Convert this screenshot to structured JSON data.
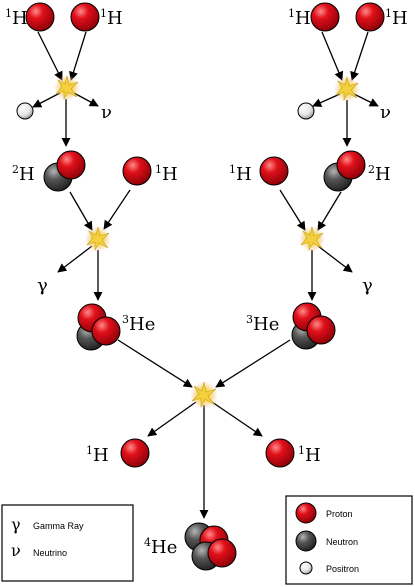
{
  "labels": {
    "h1_top_left_a": {
      "sup": "1",
      "base": "H"
    },
    "h1_top_left_b": {
      "sup": "1",
      "base": "H"
    },
    "h1_top_right_a": {
      "sup": "1",
      "base": "H"
    },
    "h1_top_right_b": {
      "sup": "1",
      "base": "H"
    },
    "nu_left": "ν",
    "nu_right": "ν",
    "h2_left": {
      "sup": "2",
      "base": "H"
    },
    "h1_mid_left": {
      "sup": "1",
      "base": "H"
    },
    "h1_mid_right": {
      "sup": "1",
      "base": "H"
    },
    "h2_right": {
      "sup": "2",
      "base": "H"
    },
    "gamma_left": "γ",
    "gamma_right": "γ",
    "he3_left": {
      "sup": "3",
      "base": "He"
    },
    "he3_right": {
      "sup": "3",
      "base": "He"
    },
    "h1_out_left": {
      "sup": "1",
      "base": "H"
    },
    "h1_out_right": {
      "sup": "1",
      "base": "H"
    },
    "he4": {
      "sup": "4",
      "base": "He"
    }
  },
  "legend_symbols": {
    "items": [
      {
        "symbol": "γ",
        "text": "Gamma Ray"
      },
      {
        "symbol": "ν",
        "text": "Neutrino"
      }
    ]
  },
  "legend_particles": {
    "items": [
      {
        "icon": "proton",
        "text": "Proton"
      },
      {
        "icon": "neutron",
        "text": "Neutron"
      },
      {
        "icon": "positron",
        "text": "Positron"
      }
    ]
  },
  "colors": {
    "proton": "#e0101a",
    "neutron": "#505050",
    "positron": "#e8e8e8",
    "flash": "#f3d24a"
  }
}
